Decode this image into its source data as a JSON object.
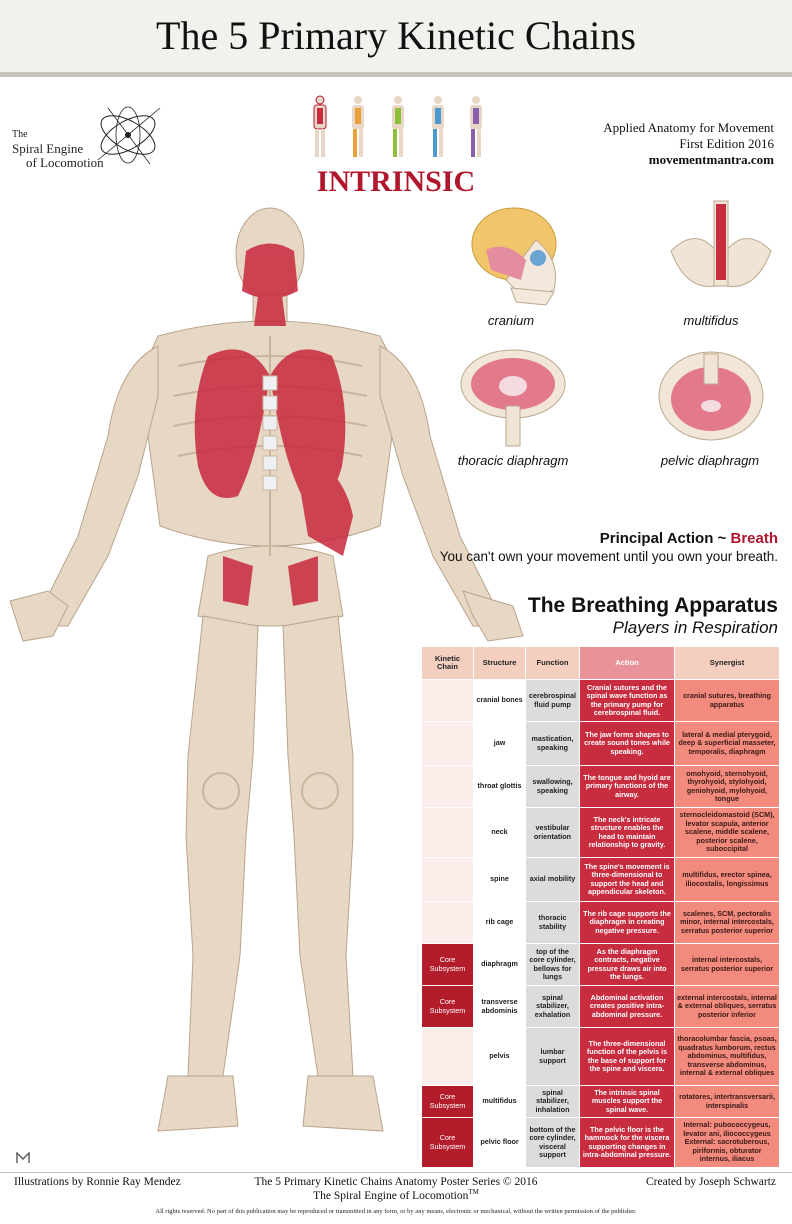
{
  "header": {
    "title": "The 5 Primary Kinetic Chains"
  },
  "logo": {
    "line1": "The",
    "line2": "Spiral Engine",
    "line3": "of Locomotion"
  },
  "edition": {
    "line1": "Applied Anatomy for Movement",
    "line2": "First Edition 2016",
    "url": "movementmantra.com"
  },
  "chain_name": "INTRINSIC",
  "figures": {
    "cranium": "cranium",
    "multifidus": "multifidus",
    "thoracic": "thoracic diaphragm",
    "pelvic": "pelvic diaphragm"
  },
  "principal": {
    "label": "Principal Action ~ ",
    "action": "Breath",
    "tagline": "You can't own your movement until you own your breath."
  },
  "apparatus": {
    "title": "The Breathing Apparatus",
    "subtitle": "Players in Respiration"
  },
  "table": {
    "headers": [
      "Kinetic Chain",
      "Structure",
      "Function",
      "Action",
      "Synergist"
    ],
    "rows": [
      {
        "chain": "",
        "structure": "cranial bones",
        "function": "cerebrospinal fluid pump",
        "action": "Cranial sutures and the spinal wave function as the primary pump for cerebrospinal fluid.",
        "synergist": "cranial sutures, breathing apparatus"
      },
      {
        "chain": "",
        "structure": "jaw",
        "function": "mastication, speaking",
        "action": "The jaw forms shapes to create sound tones while speaking.",
        "synergist": "lateral & medial pterygoid, deep & superficial masseter, temporalis, diaphragm"
      },
      {
        "chain": "",
        "structure": "throat glottis",
        "function": "swallowing, speaking",
        "action": "The tongue and hyoid are primary functions of the airway.",
        "synergist": "omohyoid, sternohyoid, thyrohyoid, stylohyoid, geniohyoid, mylohyoid, tongue"
      },
      {
        "chain": "",
        "structure": "neck",
        "function": "vestibular orientation",
        "action": "The neck's intricate structure enables the head to maintain relationship to gravity.",
        "synergist": "sternocleidomastoid (SCM), levator scapula, anterior scalene, middle scalene, posterior scalene, suboccipital"
      },
      {
        "chain": "",
        "structure": "spine",
        "function": "axial mobility",
        "action": "The spine's movement is three-dimensional to support the head and appendicular skeleton.",
        "synergist": "multifidus, erector spinea, iliocostalis, longissimus"
      },
      {
        "chain": "",
        "structure": "rib cage",
        "function": "thoracic stability",
        "action": "The rib cage supports the diaphragm in creating negative pressure.",
        "synergist": "scalenes, SCM, pectoralis minor, internal intercostals, serratus posterior superior"
      },
      {
        "chain": "Core Subsystem",
        "structure": "diaphragm",
        "function": "top of the core cylinder, bellows for lungs",
        "action": "As the diaphragm contracts, negative pressure draws air into the lungs.",
        "synergist": "internal intercostals, serratus posterior superior"
      },
      {
        "chain": "Core Subsystem",
        "structure": "transverse abdominis",
        "function": "spinal stabilizer, exhalation",
        "action": "Abdominal activation creates positive intra-abdominal pressure.",
        "synergist": "external intercostals, internal & external obliques, serratus posterior inferior"
      },
      {
        "chain": "",
        "structure": "pelvis",
        "function": "lumbar support",
        "action": "The three-dimensional function of the pelvis is the base of support for the spine and viscera.",
        "synergist": "thoracolumbar fascia, psoas, quadratus lumborum, rectus abdominus, multifidus, transverse abdominus, internal & external obliques"
      },
      {
        "chain": "Core Subsystem",
        "structure": "multifidus",
        "function": "spinal stabilizer, inhalation",
        "action": "The intrinsic spinal muscles support the spinal wave.",
        "synergist": "rotatores, intertransversarii, interspinalis"
      },
      {
        "chain": "Core Subsystem",
        "structure": "pelvic floor",
        "function": "bottom of the core cylinder, visceral support",
        "action": "The pelvic floor is the hammock for the viscera supporting changes in intra-abdominal pressure.",
        "synergist": "Internal: pubococcygeus, levator ani, iliococcygeus External: sacrotuberous, piriformis, obturator internus, iliacus"
      }
    ]
  },
  "footer": {
    "illustrations": "Illustrations by Ronnie Ray Mendez",
    "series_line1": "The 5 Primary Kinetic Chains Anatomy Poster Series © 2016",
    "series_line2": "The Spiral Engine of Locomotion",
    "trademark": "TM",
    "created": "Created by Joseph Schwartz",
    "legal": "All rights reserved. No part of this publication may be reproduced or transmitted in any form, or by any means, electronic or mechanical, without the written permission of the publisher."
  },
  "colors": {
    "accent": "#b0172d",
    "core": "#b31d2b",
    "action": "#c72c3f",
    "synergist": "#f28a7e",
    "function": "#dcdcdc",
    "header_band": "#f2f1ee"
  }
}
